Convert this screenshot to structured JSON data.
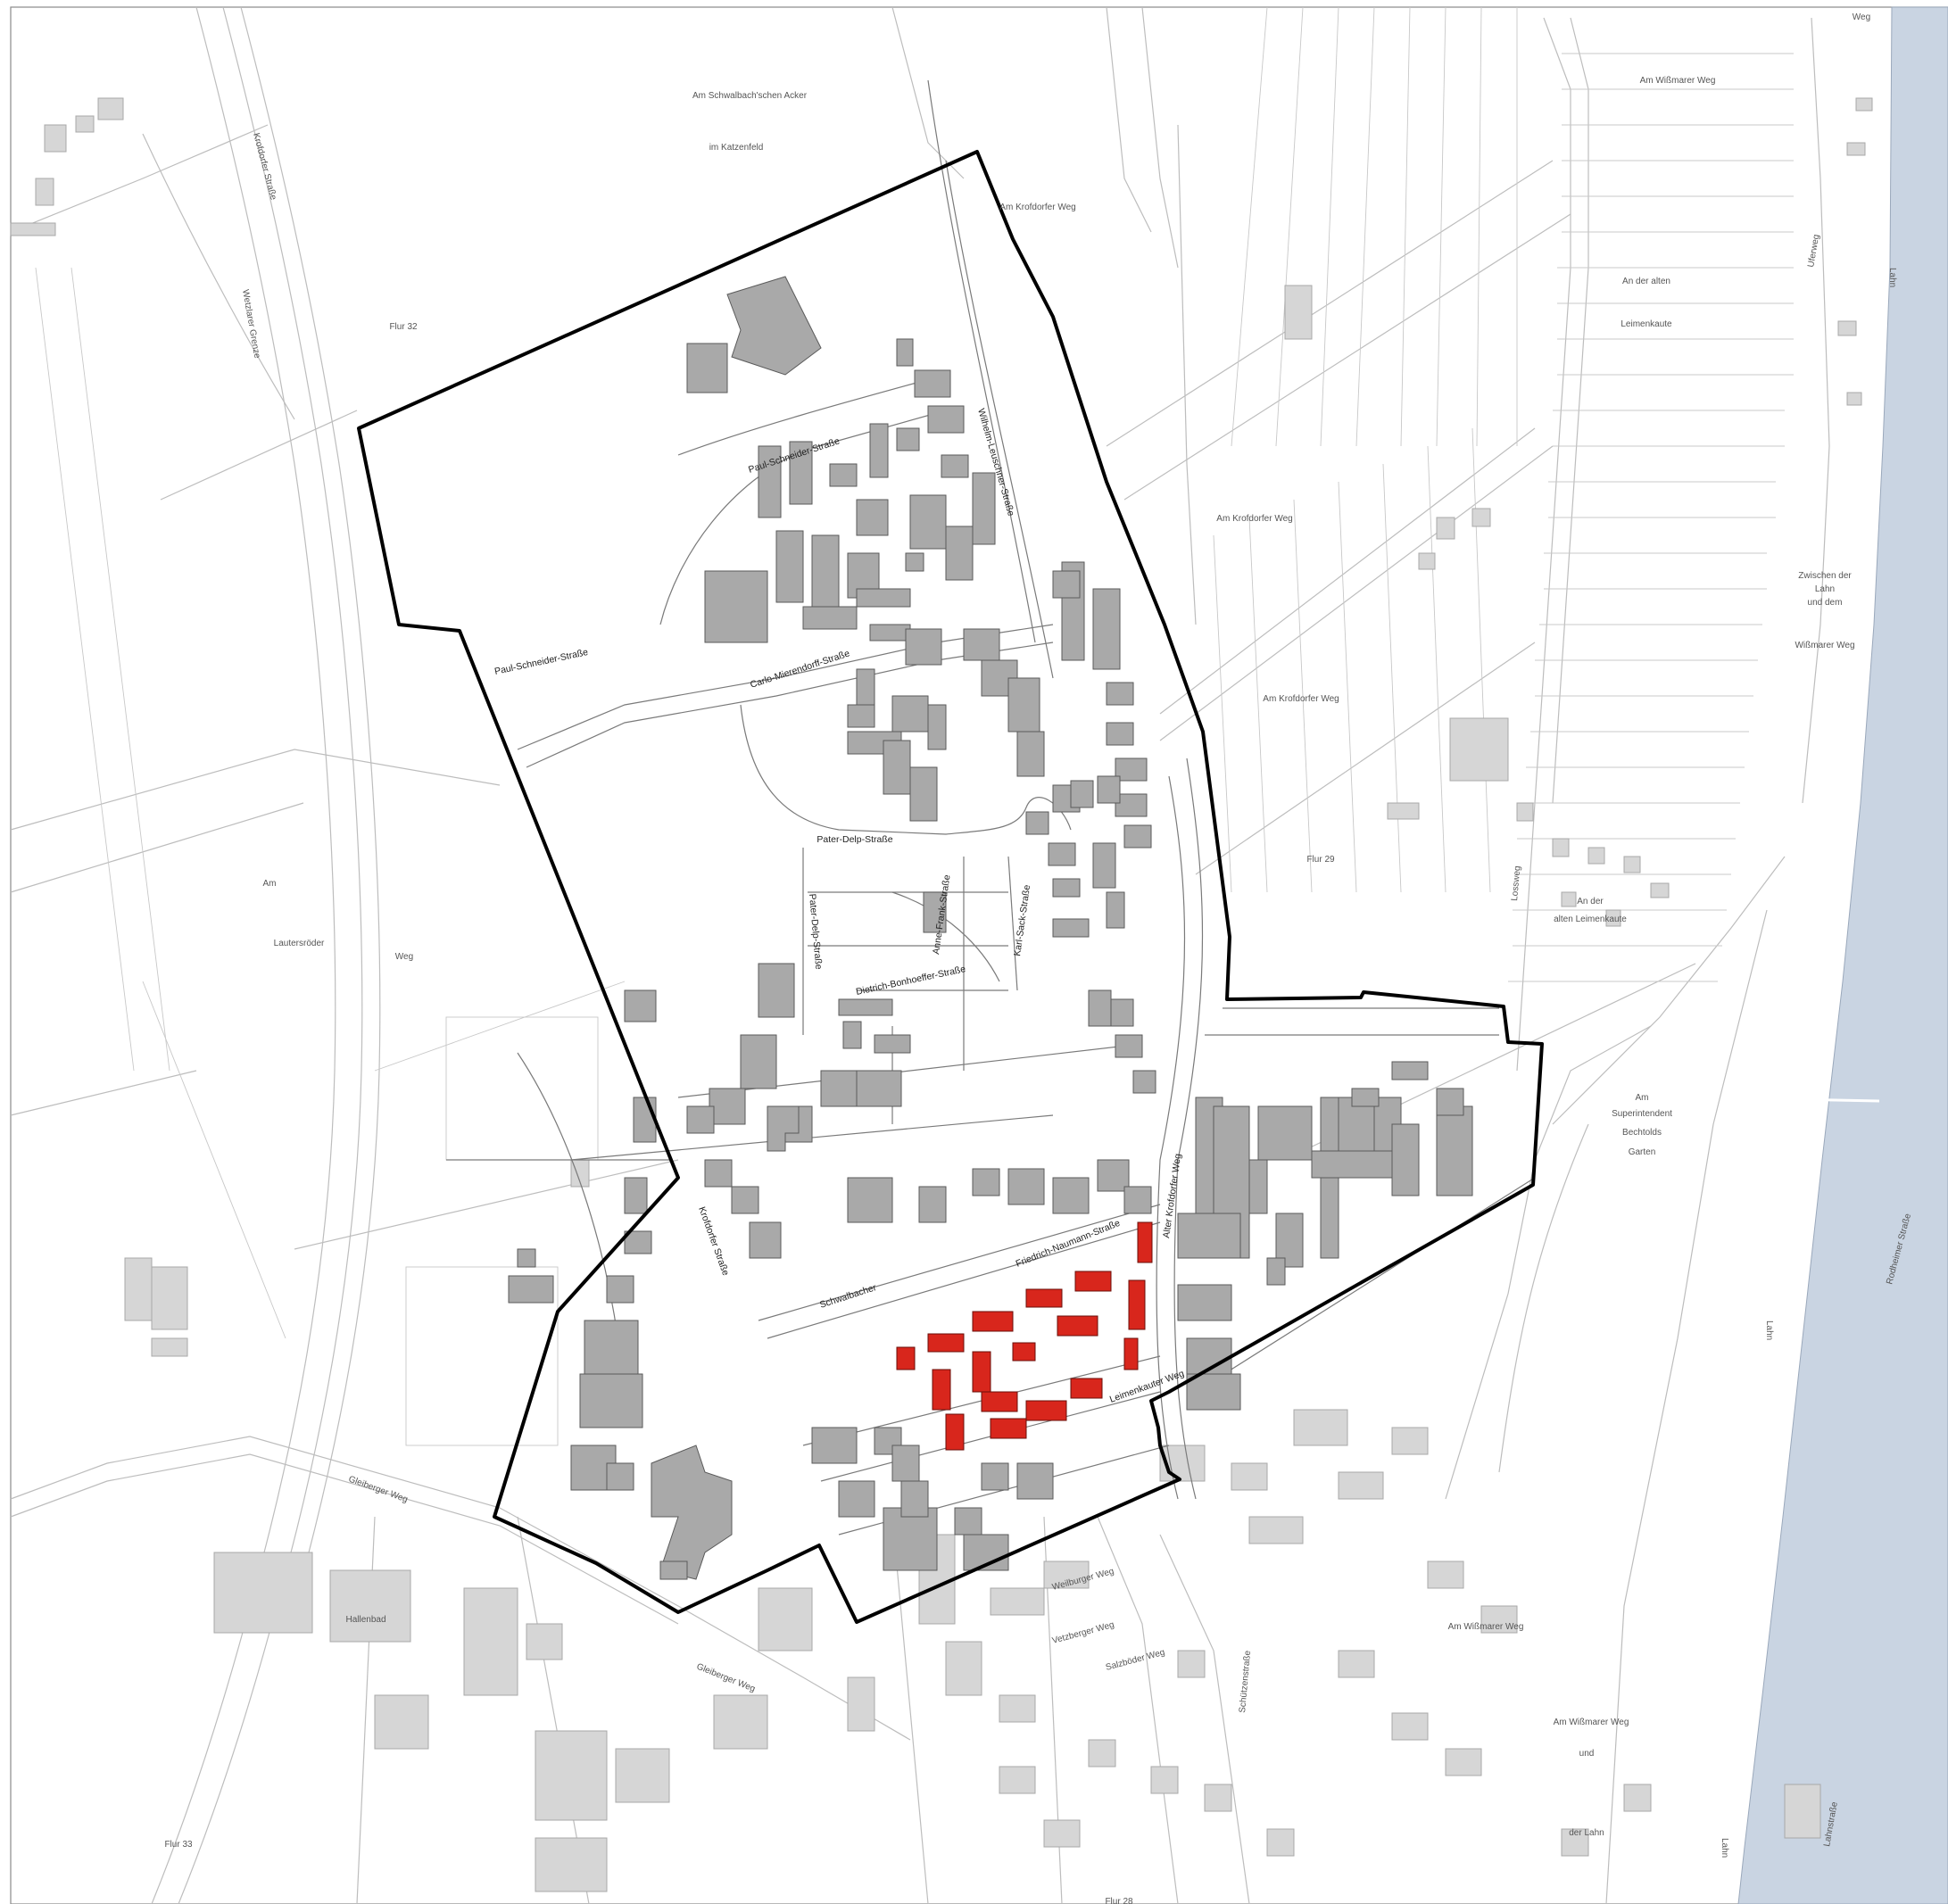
{
  "colors": {
    "river": "#c9d4e2",
    "boundary": "#000000",
    "highlight": "#d8261c",
    "building_inside": "#a9a9a9",
    "building_outside": "#d6d6d6"
  },
  "labels": {
    "outside": {
      "am_schwalbach_acker": "Am Schwalbach'schen Acker",
      "im_katzenfeld": "im Katzenfeld",
      "am_krofdorfer_weg_top": "Am Krofdorfer Weg",
      "am_wissmarer_weg_top": "Am Wißmarer Weg",
      "weg_top": "Weg",
      "an_der_alten": "An der alten",
      "leimenkaute_top": "Leimenkaute",
      "flur_32": "Flur 32",
      "am_krofdorfer_weg_mid": "Am Krofdorfer Weg",
      "am_krofdorfer_weg_low": "Am Krofdorfer Weg",
      "zwischen_der": "Zwischen der",
      "lahn_1": "Lahn",
      "und_dem": "und dem",
      "wissmarer_weg_right": "Wißmarer Weg",
      "flur_29": "Flur 29",
      "an_der_mid": "An der",
      "alten_leimenkaute": "alten Leimenkaute",
      "leimenkaute_weg": "Leimenkauter Weg",
      "am_left": "Am",
      "lauterstroder": "Lautersröder",
      "weg_left": "Weg",
      "krofdorfer_strasse_top": "Krofdorfer Straße",
      "wetzlarer_grenze": "Wetzlarer Grenze",
      "am_superintendent": "Am",
      "superintendent": "Superintendent",
      "bechtolds": "Bechtolds",
      "garten": "Garten",
      "gleiberger_weg_1": "Gleiberger Weg",
      "hallenbad": "Hallenbad",
      "gleiberger_weg_2": "Gleiberger Weg",
      "weilburger_weg": "Weilburger Weg",
      "vetzberger_weg": "Vetzberger Weg",
      "salzboder_weg": "Salzböder Weg",
      "am_wissmarer_weg_low": "Am Wißmarer Weg",
      "am_wissmarer_weg_bottom": "Am Wißmarer Weg",
      "und_bottom": "und",
      "der_lahn_bottom": "der Lahn",
      "flur_33": "Flur 33",
      "flur_28": "Flur 28",
      "lahn_river_1": "Lahn",
      "lahn_river_2": "Lahn",
      "lahn_river_3": "Lahn",
      "uferweg": "Uferweg",
      "lahnstrasse": "Lahnstraße",
      "schutzenstrasse": "Schützenstraße",
      "rodheimer_strasse": "Rodheimer Straße",
      "lossweg": "Lossweg"
    },
    "inside": {
      "paul_schneider_1": "Paul-Schneider-Straße",
      "paul_schneider_2": "Paul-Schneider-Straße",
      "wilhelm_leuschner": "Wilhelm-Leuschner-Straße",
      "carlo_mierendorff": "Carlo-Mierendorff-Straße",
      "pater_delp": "Pater-Delp-Straße",
      "pater_delp_v": "Pater-Delp-Straße",
      "anne_frank": "Anne-Frank-Straße",
      "karl_sack": "Karl-Sack-Straße",
      "dietrich_bonhoeffer": "Dietrich-Bonhoeffer-Straße",
      "krofdorfer_strasse": "Krofdorfer Straße",
      "alter_krofdorfer_weg": "Alter Krofdorfer Weg",
      "friedrich_naumann": "Friedrich-Naumann-Straße",
      "schwalbacher_weg": "Schwalbacher",
      "leimenkauter_weg": "Leimenkauter Weg"
    }
  }
}
